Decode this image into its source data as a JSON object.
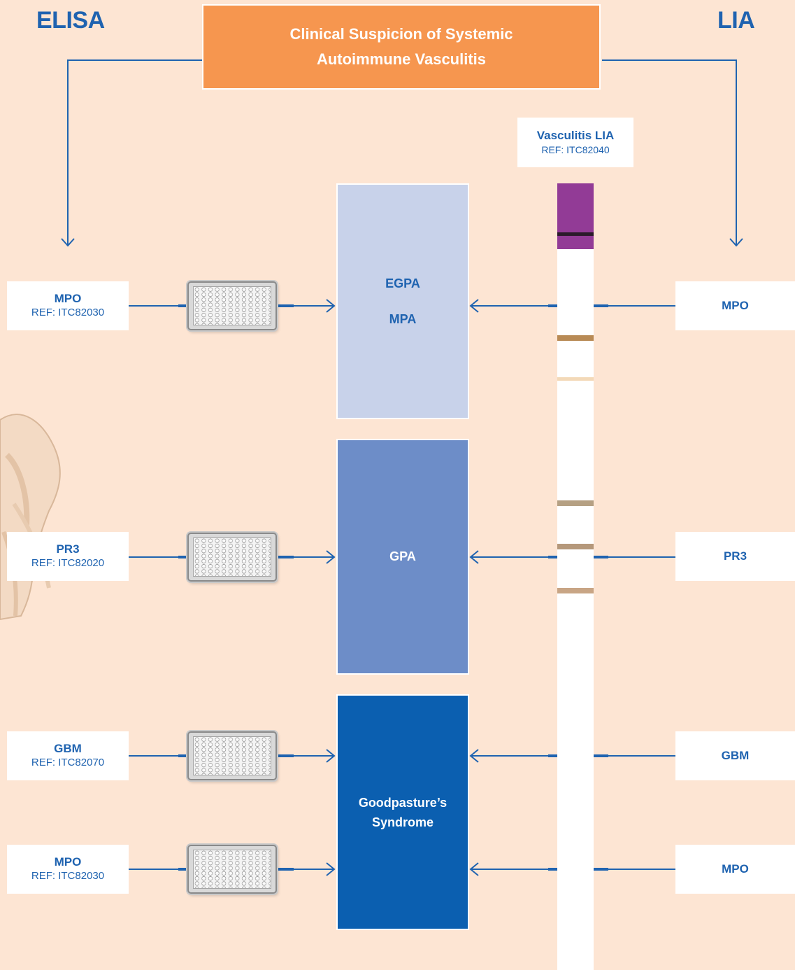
{
  "headings": {
    "left": "ELISA",
    "right": "LIA"
  },
  "top_box": {
    "line1": "Clinical Suspicion of Systemic",
    "line2": "Autoimmune Vasculitis"
  },
  "lia_kit": {
    "title": "Vasculitis LIA",
    "ref": "REF: ITC82040"
  },
  "elisa_tests": [
    {
      "name": "MPO",
      "ref": "REF: ITC82030"
    },
    {
      "name": "PR3",
      "ref": "REF: ITC82020"
    },
    {
      "name": "GBM",
      "ref": "REF: ITC82070"
    },
    {
      "name": "MPO",
      "ref": "REF: ITC82030"
    }
  ],
  "lia_tests": [
    {
      "name": "MPO"
    },
    {
      "name": "PR3"
    },
    {
      "name": "GBM"
    },
    {
      "name": "MPO"
    }
  ],
  "diagnoses": [
    {
      "lines": [
        "EGPA",
        "MPA"
      ],
      "color": "#c8d2ea",
      "text_color": "#1f63b0"
    },
    {
      "lines": [
        "GPA"
      ],
      "color": "#6d8dc8",
      "text_color": "#ffffff"
    },
    {
      "lines": [
        "Goodpasture’s",
        "Syndrome"
      ],
      "color": "#0b5fb0",
      "text_color": "#ffffff"
    }
  ],
  "colors": {
    "background": "#fde5d3",
    "accent_orange": "#f6964f",
    "line_blue": "#1f63b0",
    "strip_cap": "#923b96"
  }
}
